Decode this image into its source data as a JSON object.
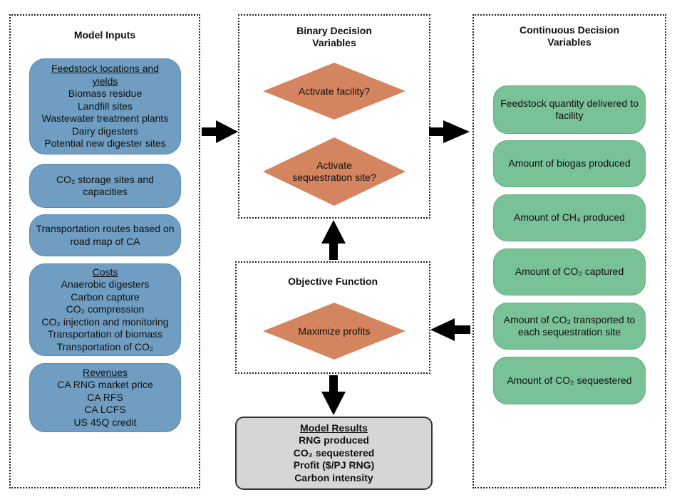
{
  "colors": {
    "input_box": "#6f9ec2",
    "decision_box": "#79c196",
    "diamond": "#d4845f",
    "results_box": "#d6d6d6"
  },
  "model_inputs": {
    "title": "Model Inputs",
    "feedstock": {
      "heading_line1": "Feedstock locations and",
      "heading_line2": "yields",
      "items": [
        "Biomass residue",
        "Landfill sites",
        "Wastewater treatment plants",
        "Dairy digesters",
        "Potential new digester sites"
      ]
    },
    "storage": {
      "line1": "CO₂ storage sites and",
      "line2": "capacities"
    },
    "transport": {
      "line1": "Transportation routes based on",
      "line2": "road map of CA"
    },
    "costs": {
      "heading": "Costs",
      "items": [
        "Anaerobic digesters",
        "Carbon capture",
        "CO₂ compression",
        "CO₂ injection and monitoring",
        "Transportation of biomass",
        "Transportation of CO₂"
      ]
    },
    "revenues": {
      "heading": "Revenues",
      "items": [
        "CA RNG market price",
        "CA RFS",
        "CA LCFS",
        "US 45Q credit"
      ]
    }
  },
  "binary_decision": {
    "title_line1": "Binary Decision",
    "title_line2": "Variables",
    "facility": "Activate facility?",
    "sequestration_line1": "Activate",
    "sequestration_line2": "sequestration site?"
  },
  "objective": {
    "title": "Objective Function",
    "maximize": "Maximize profits"
  },
  "continuous_decision": {
    "title_line1": "Continuous Decision",
    "title_line2": "Variables",
    "items": [
      {
        "line1": "Feedstock quantity delivered to",
        "line2": "facility"
      },
      {
        "line1": "Amount of biogas produced",
        "line2": ""
      },
      {
        "line1": "Amount of CH₄ produced",
        "line2": ""
      },
      {
        "line1": "Amount of CO₂ captured",
        "line2": ""
      },
      {
        "line1": "Amount of CO₂ transported to",
        "line2": "each sequestration site"
      },
      {
        "line1": "Amount of CO₂ sequestered",
        "line2": ""
      }
    ]
  },
  "results": {
    "heading": "Model Results",
    "items": [
      "RNG produced",
      "CO₂ sequestered",
      "Profit ($/PJ RNG)",
      "Carbon intensity"
    ]
  }
}
